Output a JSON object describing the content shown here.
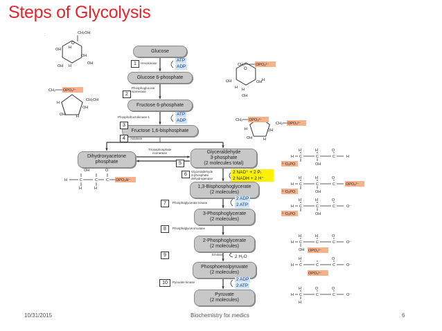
{
  "slide": {
    "title": "Steps of Glycolysis",
    "date": "10/31/2015",
    "footer_text": "Biochemistry for medics",
    "page_number": "6"
  },
  "pathway": {
    "intermediates": [
      "Glucose",
      "Glucose 6-phosphate",
      "Fructose 6-phosphate",
      "Fructose 1,6-bisphosphate",
      "Glyceraldehyde\n3-phosphate\n(2 molecules total)",
      "Dihydroxyacetone\nphosphate",
      "1,3-Bisphosphoglycerate\n(2 molecules)",
      "3-Phosphoglycerate\n(2 molecules)",
      "2-Phosphoglycerate\n(2 molecules)",
      "Phosphoenolpyruvate\n(2 molecules)",
      "Pyruvate\n(2 molecules)"
    ],
    "enzymes": {
      "hexokinase": "Hexokinase",
      "phosphoglucose_isomerase": "Phosphoglucose\nisomerase",
      "phosphofructokinase": "Phosphofructokinase-1",
      "aldolase": "Aldolase",
      "triose_isomerase": "Triosephosphate\nisomerase",
      "gapdh": "Glyceraldehyde\n3-phosphate\ndehydrogenase",
      "pgk": "Phosphoglycerate kinase",
      "pgm": "Phosphoglyceromutase",
      "enolase": "Enolase",
      "pk": "Pyruvate kinase"
    },
    "step_numbers": [
      "1",
      "2",
      "3",
      "4",
      "5",
      "6",
      "7",
      "8",
      "9",
      "10"
    ],
    "cofactors": {
      "step1_in": "ATP",
      "step1_out": "ADP",
      "step3_in": "ATP",
      "step3_out": "ADP",
      "step6_in": "2 NAD⁺ + 2 Pᵢ",
      "step6_out": "2 NADH + 2 H⁺",
      "step7_in": "2 ADP",
      "step7_out": "2 ATP",
      "step9_out": "2 H₂O",
      "step10_in": "2 ADP",
      "step10_out": "2 ATP"
    },
    "structure_labels": {
      "ch2oh": "CH₂OH",
      "ch2": "CH₂",
      "opo3": "OPO₃²⁻",
      "o3po": "²⁻O₃PO",
      "opo3h": "OPO₃H⁻",
      "oh": "OH",
      "h": "H",
      "c": "C",
      "o": "O",
      "ominus": "O⁻",
      "h2c": "H"
    }
  },
  "colors": {
    "title": "#e3262e",
    "box_fill": "#c8c8c8",
    "atp_fill": "#cfe3f7",
    "nadh_fill": "#fff200",
    "phosphate_fill": "#f6b28a"
  }
}
